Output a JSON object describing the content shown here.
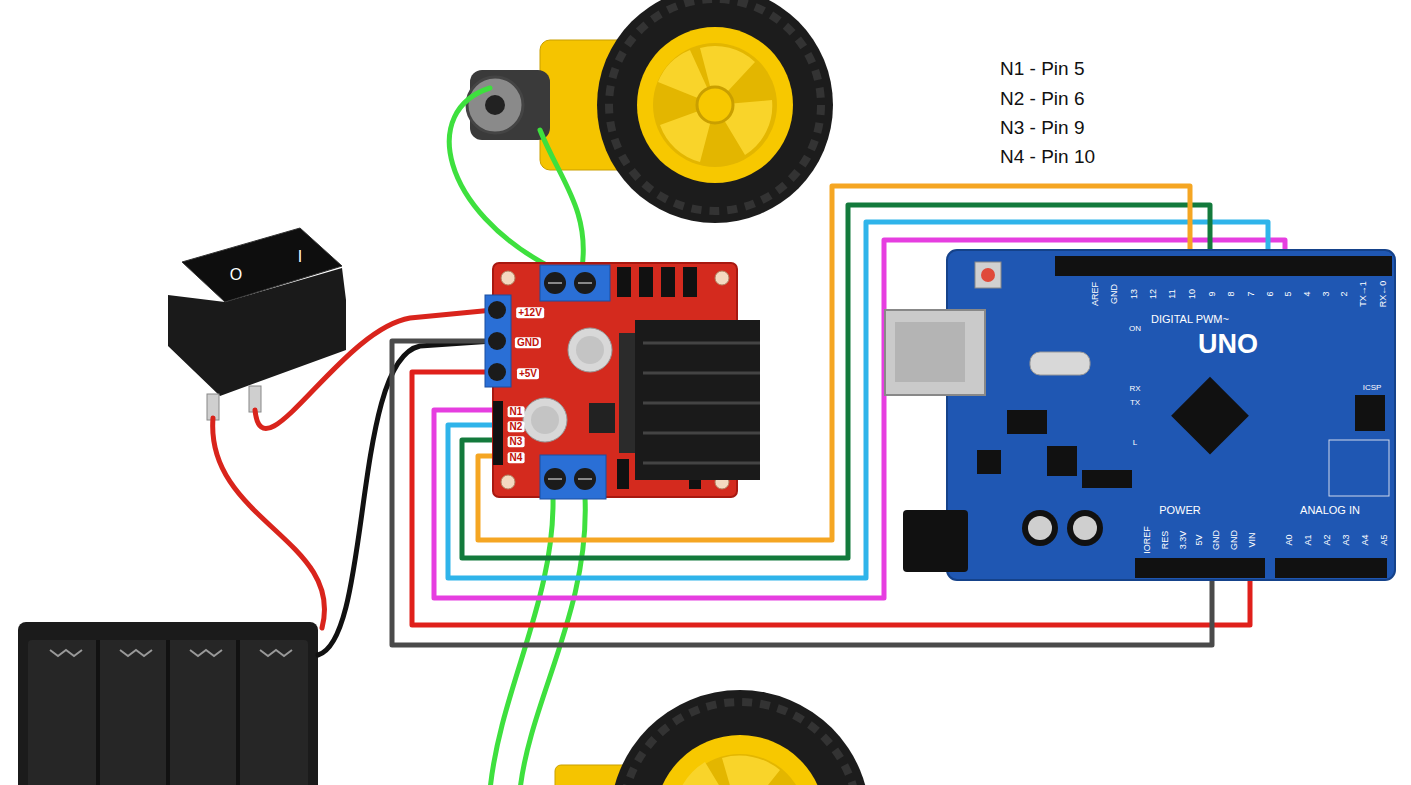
{
  "diagram": {
    "nodes": [
      {
        "text": [
          "+12V",
          "GND",
          "+5V",
          "N1",
          "N2",
          "N3",
          "N4"
        ]
      },
      {
        "text": [
          "UNO",
          "DIGITAL PWM~",
          "POWER",
          "ANALOG IN",
          "AREF",
          "GND",
          "13",
          "12",
          "11",
          "10",
          "9",
          "8",
          "7",
          "6",
          "5",
          "4",
          "3",
          "2",
          "TX→1",
          "RX←0",
          "IOREF",
          "RES",
          "3.3V",
          "5V",
          "GND",
          "GND",
          "VIN",
          "A0",
          "A1",
          "A2",
          "A3",
          "A4",
          "A5",
          "ICSP",
          "ON",
          "L",
          "TX",
          "RX"
        ]
      }
    ],
    "edges": [
      {
        "from": 0,
        "to": 1,
        "arrow": "none"
      },
      {
        "from": 0,
        "to": 1,
        "arrow": "none"
      },
      {
        "from": 0,
        "to": 1,
        "arrow": "none"
      },
      {
        "from": 0,
        "to": 1,
        "arrow": "none"
      },
      {
        "from": 0,
        "to": 1,
        "arrow": "none"
      },
      {
        "from": 0,
        "to": 1,
        "arrow": "none"
      }
    ],
    "labels": [
      "N1 - Pin 5",
      "N2 - Pin 6",
      "N3 - Pin 9",
      "N4 - Pin 10",
      "O",
      "I"
    ]
  }
}
